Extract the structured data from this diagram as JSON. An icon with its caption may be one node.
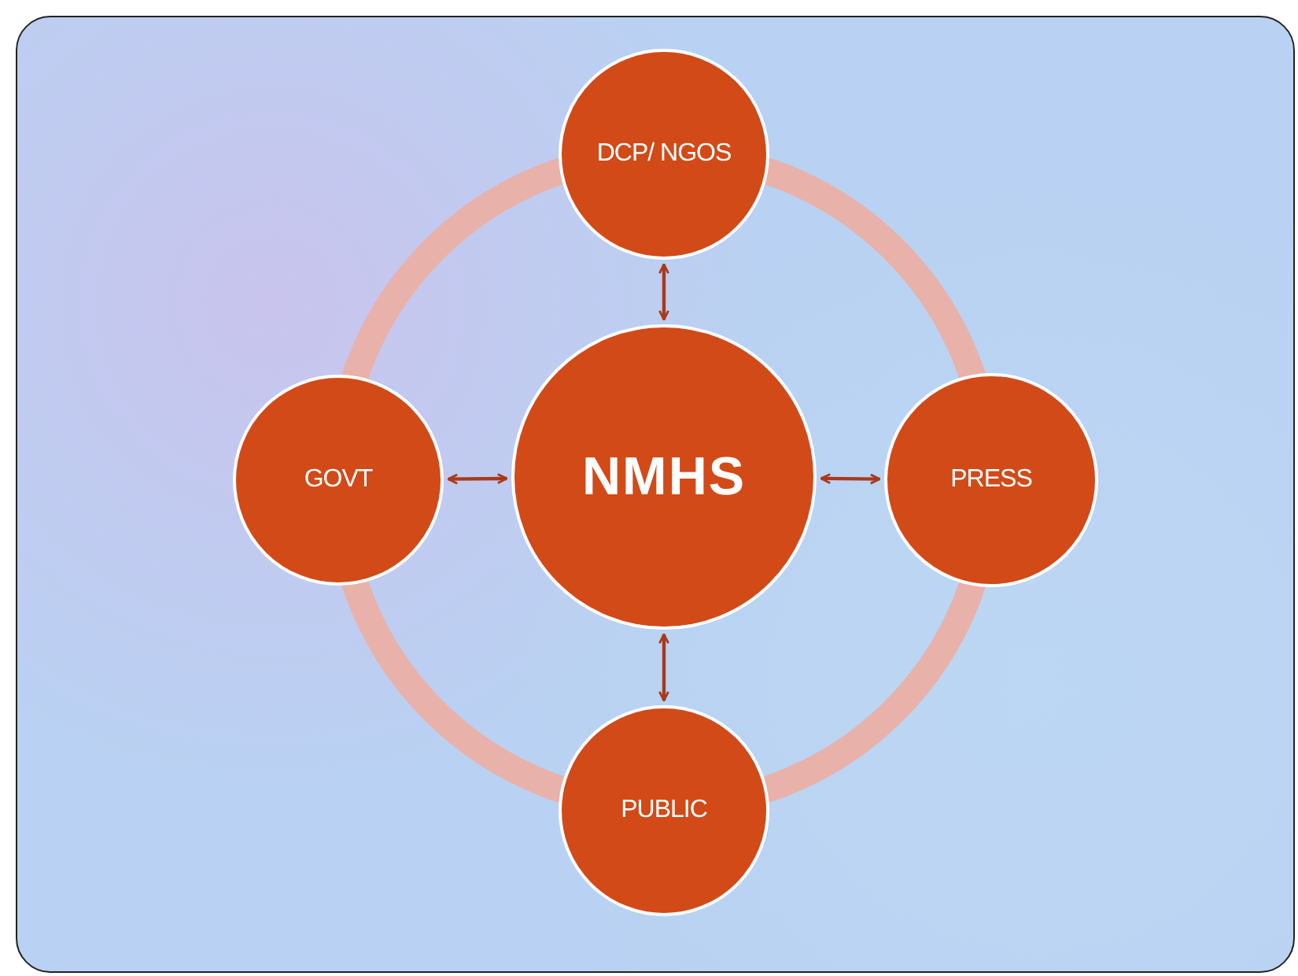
{
  "diagram": {
    "nodes": [
      {
        "text": [
          "DCP/ NGOS"
        ]
      },
      {
        "text": [
          "GOVT"
        ]
      },
      {
        "text": [
          "NMHS"
        ]
      },
      {
        "text": [
          "PRESS"
        ]
      },
      {
        "text": [
          "PUBLIC"
        ]
      }
    ],
    "edges": [
      {
        "from": 2,
        "to": 0,
        "arrow": "both"
      },
      {
        "from": 2,
        "to": 1,
        "arrow": "both"
      },
      {
        "from": 2,
        "to": 3,
        "arrow": "both"
      },
      {
        "from": 2,
        "to": 4,
        "arrow": "both"
      }
    ]
  }
}
